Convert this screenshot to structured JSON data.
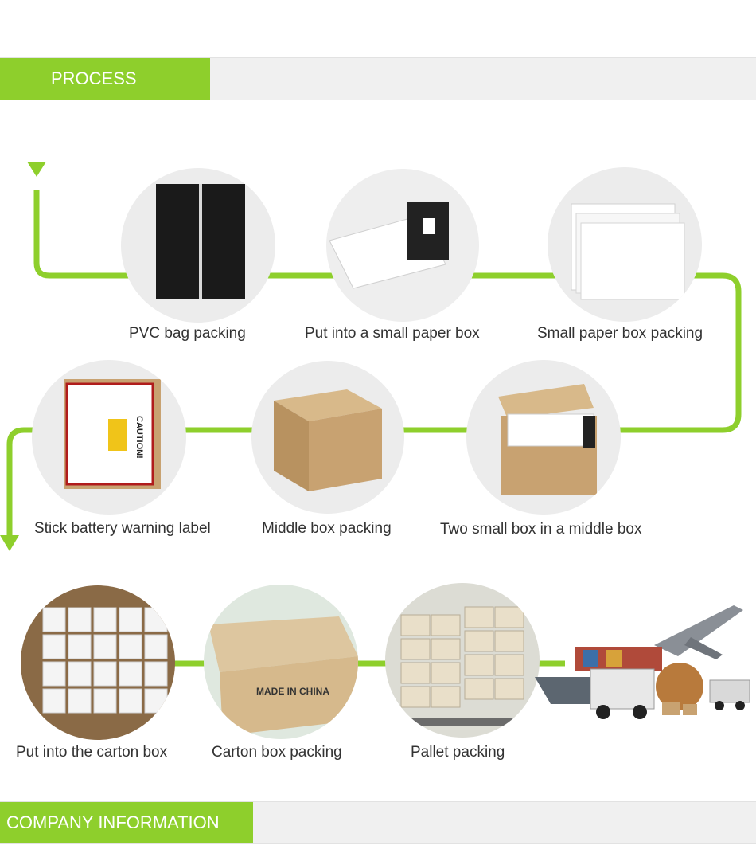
{
  "sections": {
    "process_title": "PROCESS",
    "company_title": "COMPANY INFORMATION"
  },
  "colors": {
    "accent": "#8ecf2c",
    "banner_bg": "#f0f0f0",
    "cardboard": "#c8a271"
  },
  "steps": [
    {
      "label": "PVC bag packing"
    },
    {
      "label": "Put into a small paper box"
    },
    {
      "label": "Small paper box packing"
    },
    {
      "label": "Two small box in a middle box"
    },
    {
      "label": "Middle box packing"
    },
    {
      "label": "Stick battery warning label"
    },
    {
      "label": "Put into the carton box"
    },
    {
      "label": "Carton box packing"
    },
    {
      "label": "Pallet packing"
    }
  ],
  "photo_text": {
    "warning_caution": "CAUTION!",
    "carton_print": "MADE IN CHINA"
  }
}
